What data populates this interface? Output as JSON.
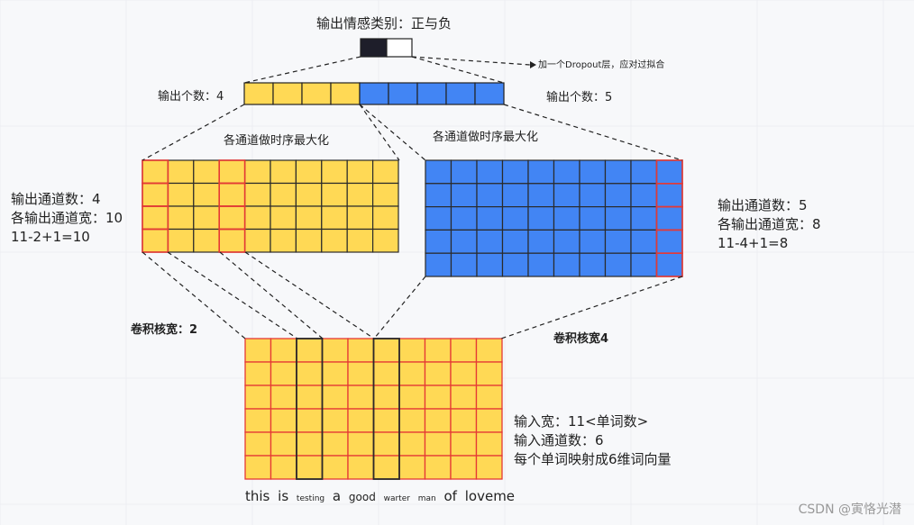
{
  "title": "输出情感类别：正与负",
  "dropout_note": "加一个Dropout层，应对过拟合",
  "output_left": "输出个数：4",
  "output_right": "输出个数：5",
  "pool_left": "各通道做时序最大化",
  "pool_right": "各通道做时序最大化",
  "left_conv": [
    "输出通道数：4",
    "各输出通道宽：10",
    "11-2+1=10"
  ],
  "right_conv": [
    "输出通道数：5",
    "各输出通道宽：8",
    "11-4+1=8"
  ],
  "kernel_left": "卷积核宽：2",
  "kernel_right": "卷积核宽4",
  "input_desc": [
    "输入宽：11<单词数>",
    "输入通道数：6",
    "每个单词映射成6维词向量"
  ],
  "words": [
    {
      "text": "this",
      "small": false
    },
    {
      "text": "is",
      "small": false
    },
    {
      "text": "testing",
      "small": true
    },
    {
      "text": "a",
      "small": false
    },
    {
      "text": "good",
      "small": false
    },
    {
      "text": "warter",
      "small": true
    },
    {
      "text": "man",
      "small": true
    },
    {
      "text": "of",
      "small": false
    },
    {
      "text": "loveme",
      "small": false
    }
  ],
  "watermark": "CSDN @寅恪光潜",
  "colors": {
    "yellow": "#ffd955",
    "blue": "#4285f4",
    "red": "#e53935",
    "dark": "#1e1e2a",
    "line": "#222222"
  },
  "grids": {
    "left_conv": {
      "cols": 10,
      "rows": 4
    },
    "right_conv": {
      "cols": 10,
      "rows": 5
    },
    "input": {
      "cols": 10,
      "rows": 6
    },
    "output_yellow": 4,
    "output_blue": 5
  }
}
